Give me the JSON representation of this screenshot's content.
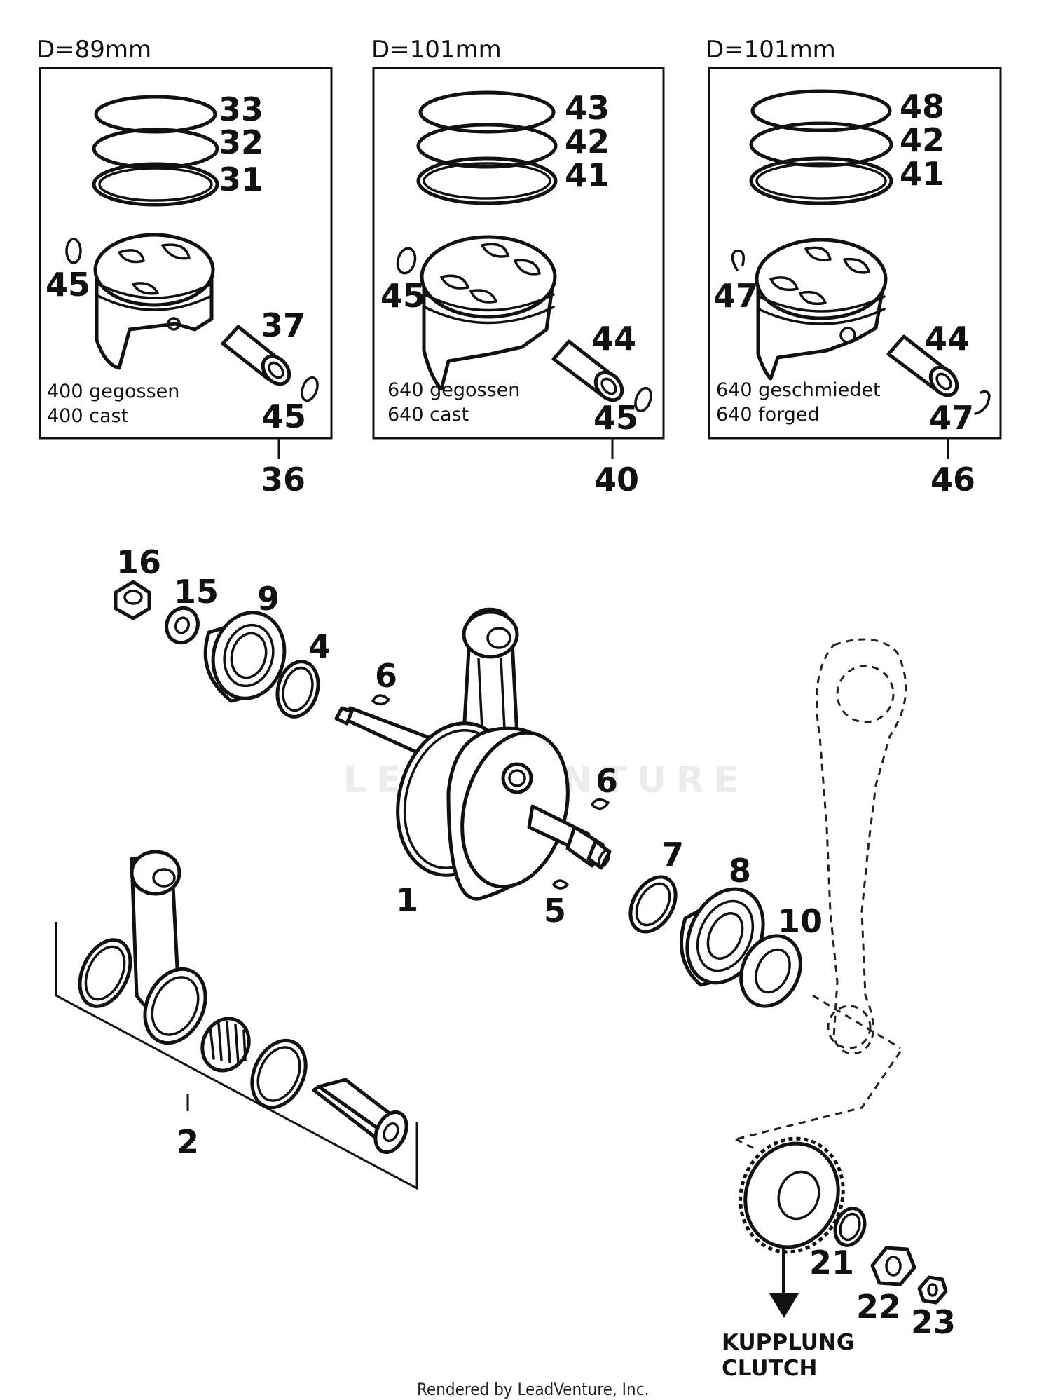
{
  "kits": [
    {
      "diameter": "D=89mm",
      "rings": [
        "33",
        "32",
        "31"
      ],
      "clip_top": "45",
      "pin": "37",
      "clip_bottom": "45",
      "note_de": "400 gegossen",
      "note_en": "400 cast",
      "kit_number": "36"
    },
    {
      "diameter": "D=101mm",
      "rings": [
        "43",
        "42",
        "41"
      ],
      "clip_top": "45",
      "pin": "44",
      "clip_bottom": "45",
      "note_de": "640 gegossen",
      "note_en": "640 cast",
      "kit_number": "40"
    },
    {
      "diameter": "D=101mm",
      "rings": [
        "48",
        "42",
        "41"
      ],
      "clip_top": "47",
      "pin": "44",
      "clip_bottom": "47",
      "note_de": "640 geschmiedet",
      "note_en": "640 forged",
      "kit_number": "46"
    }
  ],
  "callouts": {
    "crankshaft": "1",
    "conrod_kit": "2",
    "shim_left": "4",
    "key_bottom": "5",
    "key_top": "6",
    "key_right": "6",
    "shim_right": "7",
    "bearing_right": "8",
    "bearing_left": "9",
    "seal": "10",
    "washer": "15",
    "nut": "16",
    "lock_washer": "21",
    "gear_nut": "22",
    "small_nut": "23"
  },
  "clutch_label_de": "KUPPLUNG",
  "clutch_label_en": "CLUTCH",
  "watermark": "LEADVENTURE",
  "footer": "Rendered by LeadVenture, Inc."
}
